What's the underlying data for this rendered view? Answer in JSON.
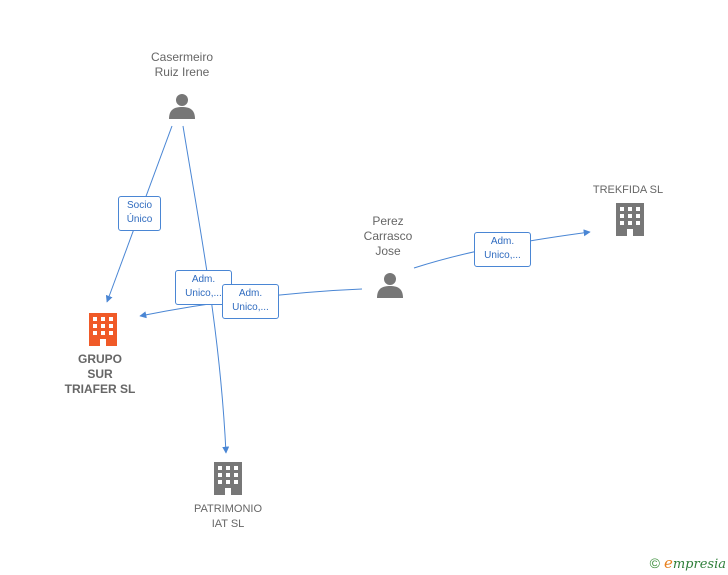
{
  "colors": {
    "edge": "#4a86d4",
    "person_icon": "#777777",
    "company_icon": "#777777",
    "main_company_icon": "#f05a28"
  },
  "nodes": {
    "casermeiro": {
      "label": "Casermeiro\nRuiz Irene",
      "icon": "person-icon"
    },
    "perez": {
      "label": "Perez\nCarrasco\nJose",
      "icon": "person-icon"
    },
    "trekfida": {
      "label": "TREKFIDA SL",
      "icon": "building-icon"
    },
    "grupo_sur": {
      "label": "GRUPO\nSUR\nTRIAFER SL",
      "icon": "building-icon"
    },
    "patrimonio": {
      "label": "PATRIMONIO\nIAT SL",
      "icon": "building-icon"
    }
  },
  "edges": {
    "socio_unico": {
      "label": "Socio\nÚnico"
    },
    "adm_casermeiro_patrimonio": {
      "label": "Adm.\nUnico,..."
    },
    "adm_perez_grupo": {
      "label": "Adm.\nUnico,..."
    },
    "adm_perez_trekfida": {
      "label": "Adm.\nUnico,..."
    }
  },
  "footer": {
    "copyright": "©",
    "brand_first": "e",
    "brand_rest": "mpresia"
  }
}
